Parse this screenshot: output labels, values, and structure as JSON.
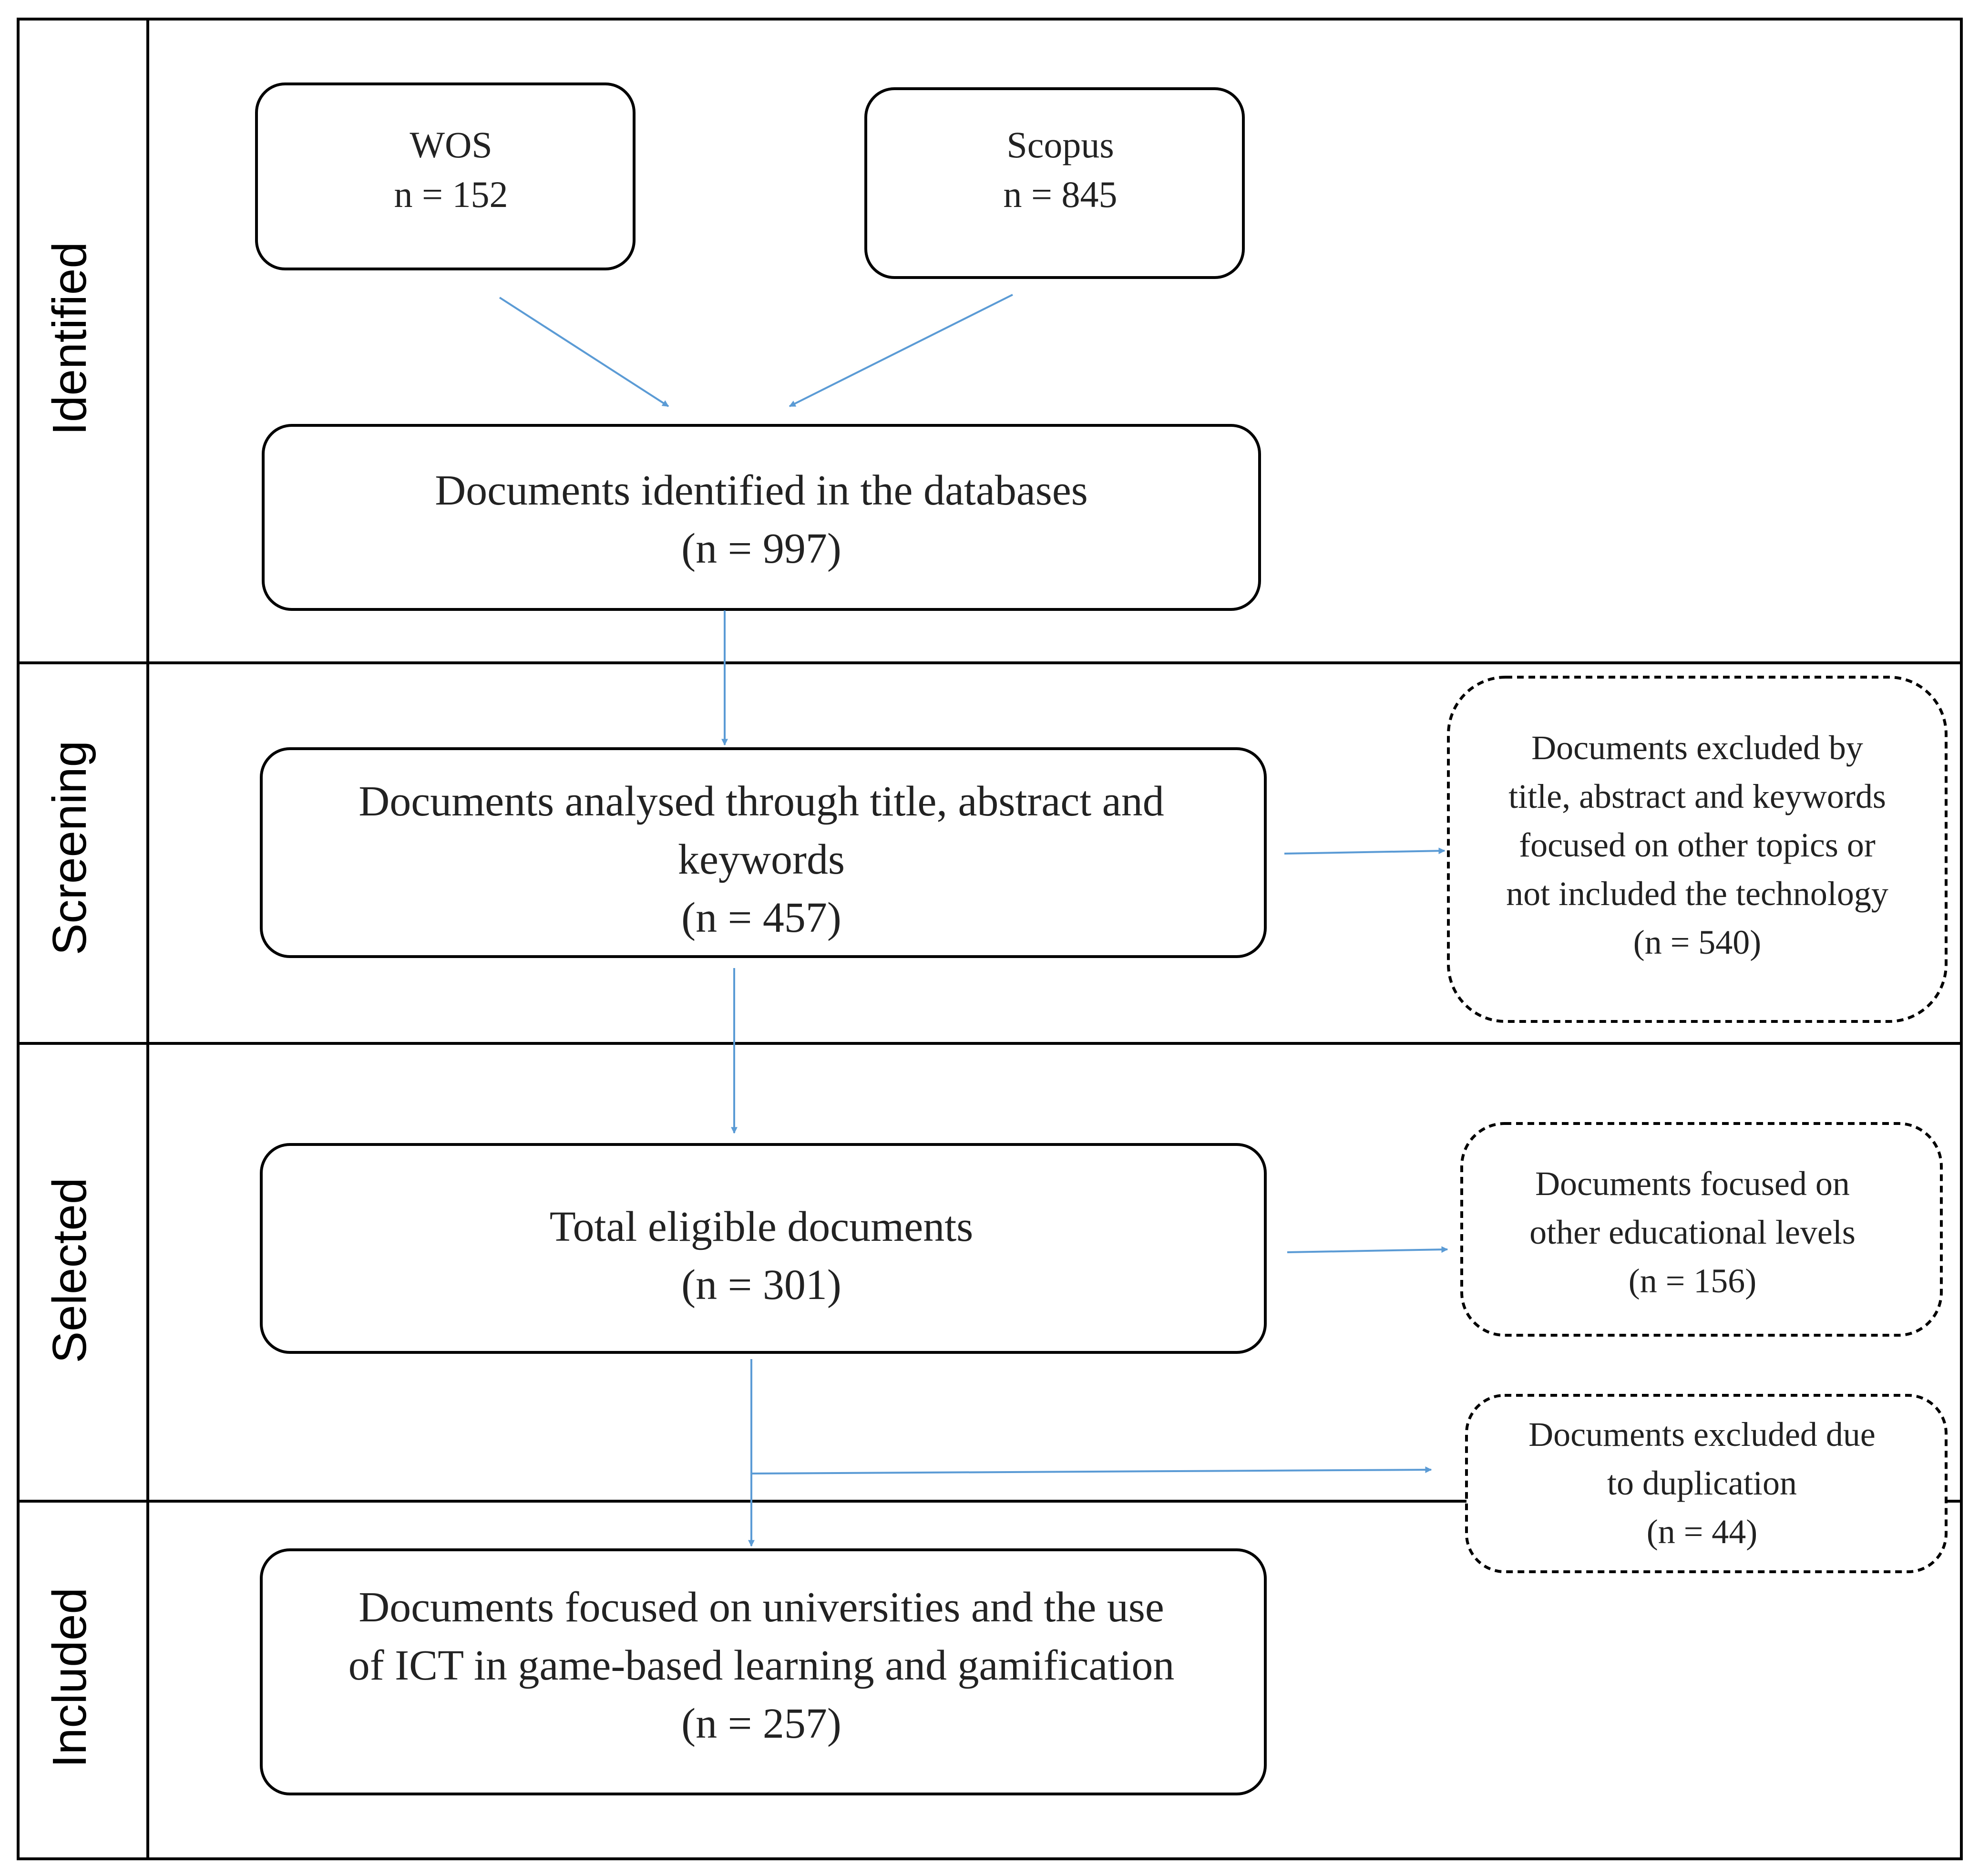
{
  "phases": {
    "identified": "Identified",
    "screening": "Screening",
    "selected": "Selected",
    "included": "Included"
  },
  "boxes": {
    "wos": {
      "line1": "WOS",
      "line2": "n = 152"
    },
    "scopus": {
      "line1": "Scopus",
      "line2": "n = 845"
    },
    "identified": {
      "line1": "Documents identified in the databases",
      "line2": "(n = 997)"
    },
    "analysed": {
      "line1": "Documents analysed through title, abstract and",
      "line2": "keywords",
      "line3": "(n = 457)"
    },
    "excluded_title": {
      "line1": "Documents excluded by",
      "line2": "title, abstract and keywords",
      "line3": "focused on other topics or",
      "line4": "not included the technology",
      "line5": "(n = 540)"
    },
    "eligible": {
      "line1": "Total eligible documents",
      "line2": "(n = 301)"
    },
    "other_levels": {
      "line1": "Documents focused on",
      "line2": "other educational levels",
      "line3": "(n = 156)"
    },
    "duplication": {
      "line1": "Documents excluded due",
      "line2": "to duplication",
      "line3": "(n = 44)"
    },
    "included": {
      "line1": "Documents focused on universities and the use",
      "line2": "of ICT in game-based learning and gamification",
      "line3": "(n = 257)"
    }
  },
  "colors": {
    "arrow": "#5b9bd5",
    "border": "#000000",
    "text": "#222222"
  }
}
